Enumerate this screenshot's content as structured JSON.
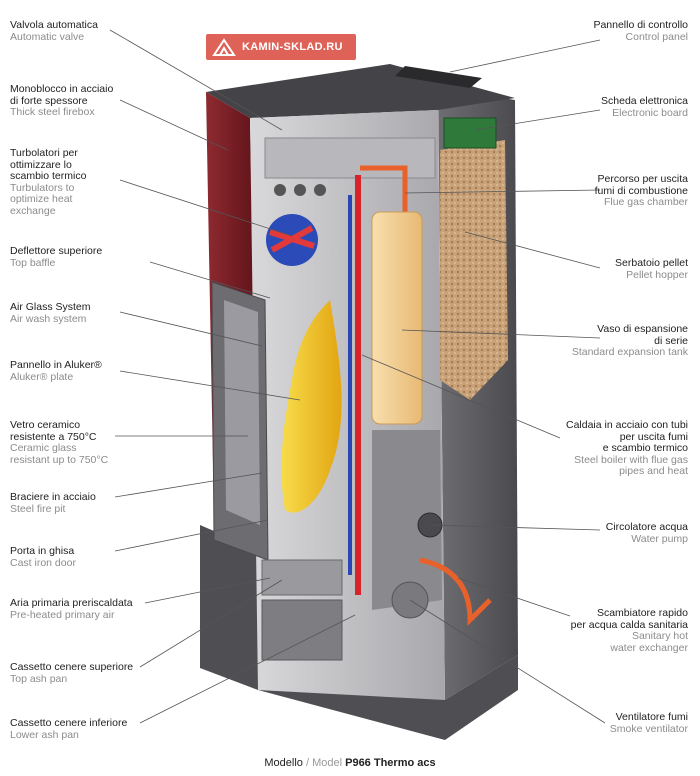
{
  "watermark": "KAMIN-SKLAD.RU",
  "caption": {
    "it": "Modello",
    "sep": " / ",
    "en": "Model",
    "product": "P966 Thermo acs"
  },
  "labels_left": [
    {
      "it": [
        "Valvola automatica"
      ],
      "en": [
        "Automatic valve"
      ]
    },
    {
      "it": [
        "Monoblocco in acciaio",
        "di forte spessore"
      ],
      "en": [
        "Thick steel firebox"
      ]
    },
    {
      "it": [
        "Turbolatori per",
        "ottimizzare lo",
        "scambio termico"
      ],
      "en": [
        "Turbulators to",
        "optimize heat",
        "exchange"
      ]
    },
    {
      "it": [
        "Deflettore superiore"
      ],
      "en": [
        "Top baffle"
      ]
    },
    {
      "it": [
        "Air Glass System"
      ],
      "en": [
        "Air wash system"
      ]
    },
    {
      "it": [
        "Pannello in Aluker®"
      ],
      "en": [
        "Aluker® plate"
      ]
    },
    {
      "it": [
        "Vetro ceramico",
        "resistente a 750°C"
      ],
      "en": [
        "Ceramic glass",
        "resistant up to 750°C"
      ]
    },
    {
      "it": [
        "Braciere in acciaio"
      ],
      "en": [
        "Steel fire pit"
      ]
    },
    {
      "it": [
        "Porta in ghisa"
      ],
      "en": [
        "Cast iron door"
      ]
    },
    {
      "it": [
        "Aria primaria preriscaldata"
      ],
      "en": [
        "Pre-heated primary air"
      ]
    },
    {
      "it": [
        "Cassetto cenere superiore"
      ],
      "en": [
        "Top ash pan"
      ]
    },
    {
      "it": [
        "Cassetto cenere inferiore"
      ],
      "en": [
        "Lower ash pan"
      ]
    }
  ],
  "labels_right": [
    {
      "it": [
        "Pannello di controllo"
      ],
      "en": [
        "Control panel"
      ]
    },
    {
      "it": [
        "Scheda elettronica"
      ],
      "en": [
        "Electronic board"
      ]
    },
    {
      "it": [
        "Percorso per uscita",
        "fumi di combustione"
      ],
      "en": [
        "Flue gas chamber"
      ]
    },
    {
      "it": [
        "Serbatoio pellet"
      ],
      "en": [
        "Pellet hopper"
      ]
    },
    {
      "it": [
        "Vaso di espansione",
        "di serie"
      ],
      "en": [
        "Standard expansion tank"
      ]
    },
    {
      "it": [
        "Caldaia in acciaio con tubi",
        "per uscita fumi",
        "e scambio termico"
      ],
      "en": [
        "Steel boiler with flue gas",
        "pipes and heat"
      ]
    },
    {
      "it": [
        "Circolatore acqua"
      ],
      "en": [
        "Water pump"
      ]
    },
    {
      "it": [
        "Scambiatore rapido",
        "per acqua calda sanitaria"
      ],
      "en": [
        "Sanitary hot",
        "water exchanger"
      ]
    },
    {
      "it": [
        "Ventilatore fumi"
      ],
      "en": [
        "Smoke ventilator"
      ]
    }
  ],
  "colors": {
    "casing": "#5a5a5e",
    "casing_dark": "#3c3c40",
    "side_panel": "#7a1d24",
    "pellet": "#c9a27a",
    "flame": "#f2c218",
    "expansion_tank": "#f3cf95",
    "pipe": "#e8602a",
    "board": "#2f7a3a",
    "leader": "#555555"
  }
}
